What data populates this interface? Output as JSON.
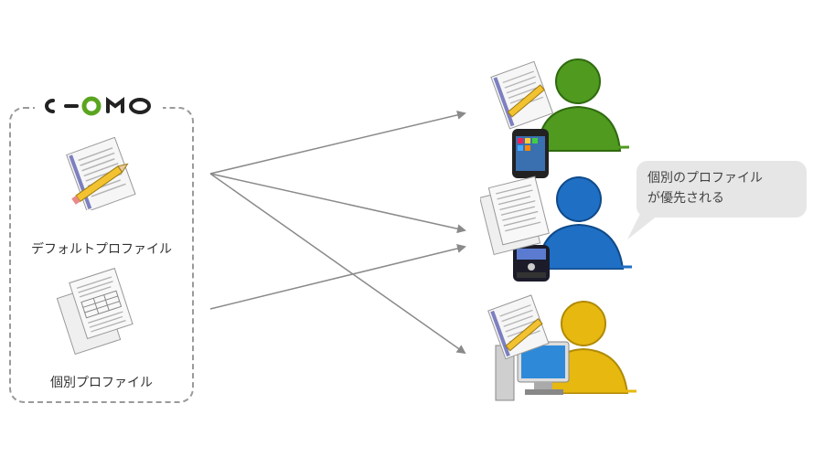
{
  "logo": {
    "text": "CLOMO",
    "icon": "clomo-logo"
  },
  "left_panel": {
    "default_profile_label": "デフォルトプロファイル",
    "default_profile_icon": "document-pencil-icon",
    "individual_profile_label": "個別プロファイル",
    "individual_profile_icon": "documents-stack-icon"
  },
  "devices": [
    {
      "name": "iphone-user",
      "user_color": "#4f9a1f",
      "device_icon": "smartphone-icon"
    },
    {
      "name": "blackberry-user",
      "user_color": "#1f6fc4",
      "device_icon": "blackberry-icon"
    },
    {
      "name": "pc-user",
      "user_color": "#e7b80f",
      "device_icon": "desktop-pc-icon"
    }
  ],
  "callout": {
    "line1": "個別のプロファイル",
    "line2": "が優先される"
  },
  "arrow_color": "#8a8a8a"
}
